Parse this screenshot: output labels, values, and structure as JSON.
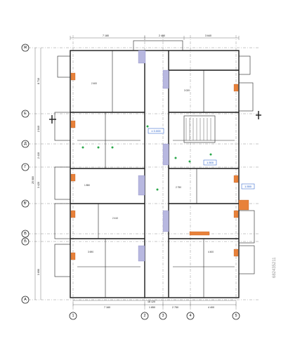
{
  "axes": {
    "rows": [
      "Ж",
      "Е",
      "Д",
      "Г",
      "В'",
      "В",
      "Б",
      "А"
    ],
    "cols": [
      "1",
      "2",
      "3",
      "4",
      "5"
    ]
  },
  "dims": {
    "top": [
      "7 180",
      "2 400",
      "3 640"
    ],
    "bottom_inner": [
      "7 160",
      "1 850",
      "2 750",
      "4 400"
    ],
    "bottom_total": "18 120",
    "left_total": "25 080",
    "left_segments": [
      "8 710",
      "2 840",
      "2 410",
      "3 420",
      "3 690"
    ]
  },
  "marks": {
    "level_mark_1": "1.500",
    "level_mark_2": "1.550",
    "level_mark_3": "± 0.000"
  },
  "room_labels": [
    "2 400",
    "3 020",
    "1 850",
    "2 750",
    "4 400",
    "3 690",
    "2 410"
  ],
  "watermark": "682435211"
}
